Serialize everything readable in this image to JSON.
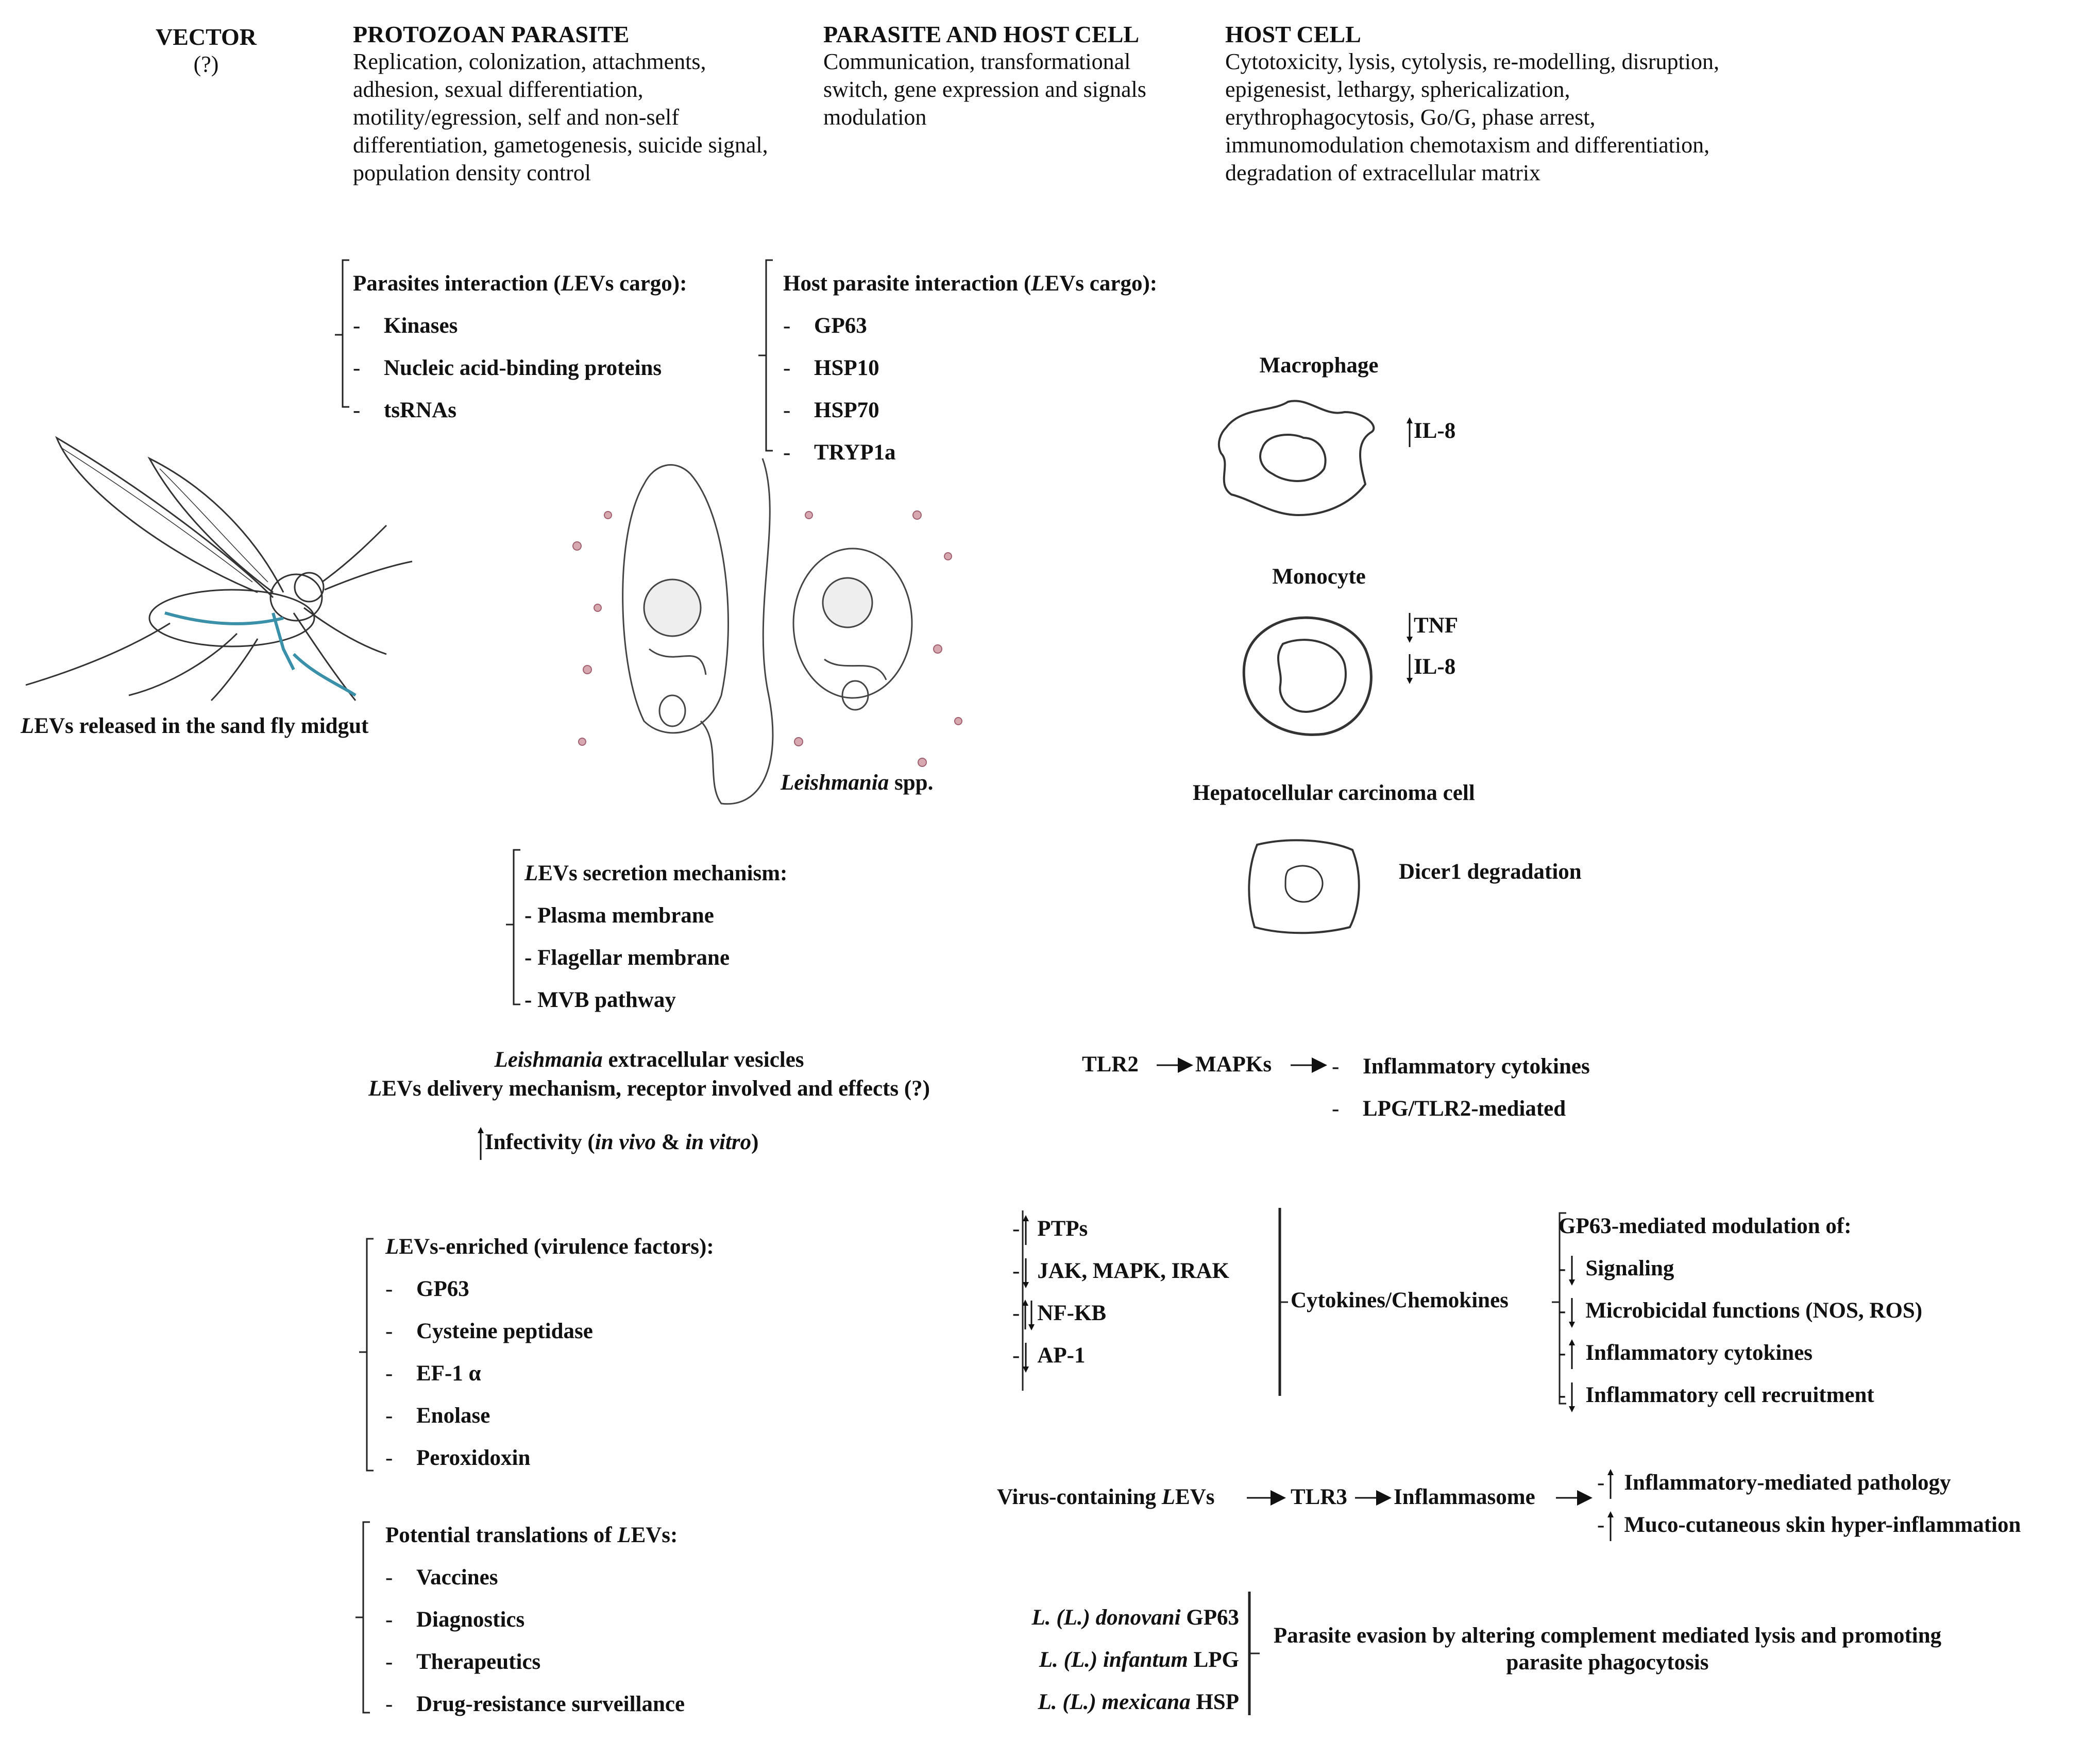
{
  "headers": {
    "vector": {
      "title": "VECTOR",
      "sub": "(?)"
    },
    "parasite": {
      "title": "PROTOZOAN PARASITE",
      "text": "Replication, colonization, attachments, adhesion, sexual differentiation, motility/egression, self and non-self differentiation, gametogenesis, suicide signal, population density control"
    },
    "both": {
      "title": "PARASITE AND HOST CELL",
      "text": "Communication, transformational switch, gene expression and signals modulation"
    },
    "host": {
      "title": "HOST CELL",
      "text": "Cytotoxicity, lysis, cytolysis, re-modelling, disruption, epigenesist, lethargy, sphericalization, erythrophagocytosis, Go/G, phase arrest, immunomodulation chemotaxism and differentiation, degradation of extracellular matrix"
    }
  },
  "parasites_interaction": {
    "title_pre": "Parasites interaction (",
    "title_italic": "L",
    "title_post": "EVs cargo):",
    "items": [
      "Kinases",
      "Nucleic acid-binding proteins",
      "tsRNAs"
    ]
  },
  "host_parasite_interaction": {
    "title_pre": "Host parasite interaction (",
    "title_italic": "L",
    "title_post": "EVs cargo):",
    "items": [
      "GP63",
      "HSP10",
      "HSP70",
      "TRYP1a"
    ]
  },
  "sand_fly": {
    "caption_italic": "L",
    "caption": "EVs released in the sand fly midgut"
  },
  "leishmania": {
    "italic": "Leishmania",
    "rest": "spp."
  },
  "cells": {
    "macrophage": {
      "label": "Macrophage",
      "effects": [
        {
          "dir": "up",
          "text": "IL-8"
        }
      ]
    },
    "monocyte": {
      "label": "Monocyte",
      "effects": [
        {
          "dir": "down",
          "text": "TNF"
        },
        {
          "dir": "down",
          "text": "IL-8"
        }
      ]
    },
    "hepato": {
      "label": "Hepatocellular carcinoma cell",
      "effect": "Dicer1 degradation"
    }
  },
  "secretion": {
    "title_italic": "L",
    "title": "EVs secretion mechanism:",
    "items": [
      "- Plasma membrane",
      "- Flagellar membrane",
      "- MVB pathway"
    ]
  },
  "extracellular": {
    "line1_italic": "Leishmania",
    "line1": "extracellular vesicles",
    "line2_italic": "L",
    "line2": "EVs delivery mechanism, receptor involved and effects (?)",
    "infect_pre": "Infectivity (",
    "infect_it1": "in vivo",
    "infect_mid": " & ",
    "infect_it2": "in vitro",
    "infect_post": ")"
  },
  "tlr2": {
    "a": "TLR2",
    "b": "MAPKs",
    "items": [
      "Inflammatory cytokines",
      "LPG/TLR2-mediated"
    ]
  },
  "enriched": {
    "title_italic": "L",
    "title": "EVs-enriched (virulence factors):",
    "items": [
      "GP63",
      "Cysteine peptidase",
      "EF-1 α",
      "Enolase",
      "Peroxidoxin"
    ]
  },
  "signaling": {
    "items": [
      {
        "dir": "up",
        "text": "PTPs"
      },
      {
        "dir": "down",
        "text": "JAK, MAPK, IRAK"
      },
      {
        "dir": "updown",
        "text": "NF-KB"
      },
      {
        "dir": "down",
        "text": "AP-1"
      }
    ],
    "center": "Cytokines/Chemokines"
  },
  "gp63": {
    "title": "GP63-mediated modulation of:",
    "items": [
      {
        "dir": "down",
        "text": "Signaling"
      },
      {
        "dir": "down",
        "text": "Microbicidal functions (NOS, ROS)"
      },
      {
        "dir": "up",
        "text": "Inflammatory cytokines"
      },
      {
        "dir": "down",
        "text": "Inflammatory cell recruitment"
      }
    ]
  },
  "translations": {
    "title_pre": "Potential translations of ",
    "title_italic": "L",
    "title_post": "EVs:",
    "items": [
      "Vaccines",
      "Diagnostics",
      "Therapeutics",
      "Drug-resistance surveillance"
    ]
  },
  "virus": {
    "a_pre": "Virus-containing ",
    "a_italic": "L",
    "a_post": "EVs",
    "b": "TLR3",
    "c": "Inflammasome",
    "items": [
      "Inflammatory-mediated pathology",
      "Muco-cutaneous skin hyper-inflammation"
    ]
  },
  "species": {
    "rows": [
      {
        "pre": "L. (L.) ",
        "it": "donovani",
        "post": " GP63"
      },
      {
        "pre": "L. (L.) ",
        "it": "infantum",
        "post": " LPG"
      },
      {
        "pre": "L. (L.) ",
        "it": "mexicana",
        "post": " HSP"
      }
    ],
    "effect": "Parasite evasion by altering complement mediated lysis and promoting parasite phagocytosis"
  }
}
